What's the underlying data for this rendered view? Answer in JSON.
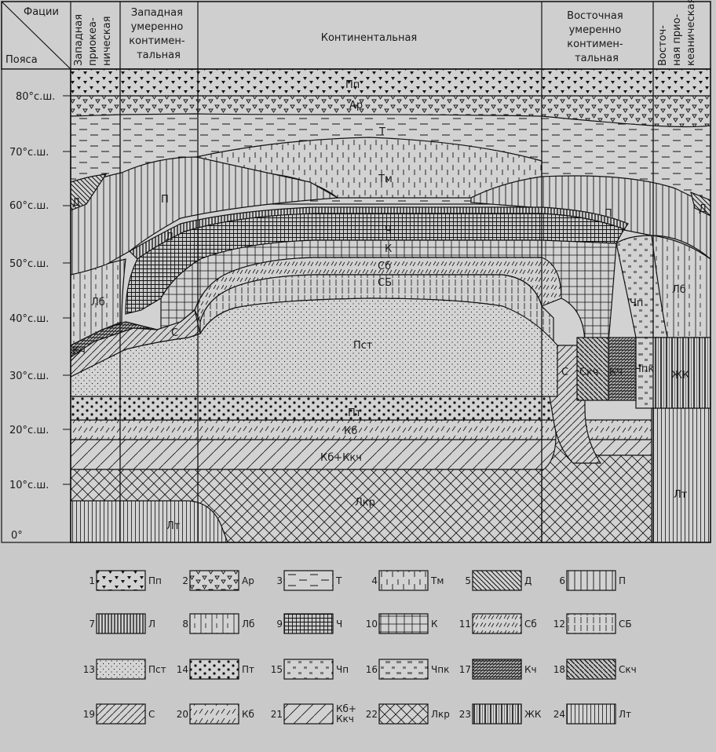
{
  "corner": {
    "top": "Фации",
    "bottom": "Пояса"
  },
  "facies_headers": [
    {
      "id": "west-oceanic",
      "lines": [
        "Западная",
        "приокеа-",
        "ническая"
      ],
      "vertical": true
    },
    {
      "id": "west-temperate",
      "lines": [
        "Западная",
        "умеренно",
        "контимен-",
        "тальная"
      ]
    },
    {
      "id": "continental",
      "lines": [
        "Континентальная"
      ]
    },
    {
      "id": "east-temperate",
      "lines": [
        "Восточная",
        "умеренно",
        "контимен-",
        "тальная"
      ]
    },
    {
      "id": "east-oceanic",
      "lines": [
        "Восточ-",
        "ная прио-",
        "кеаническая"
      ],
      "vertical": true
    }
  ],
  "latitudes": [
    "80°с.ш.",
    "70°с.ш.",
    "60°с.ш.",
    "50°с.ш.",
    "40°с.ш.",
    "30°с.ш.",
    "20°с.ш.",
    "10°с.ш.",
    "0°"
  ],
  "zone_labels": [
    "Пп",
    "Ар",
    "Т",
    "Тм",
    "П",
    "П",
    "Д",
    "Д",
    "Л",
    "Ч",
    "К",
    "Сб",
    "СБ",
    "Лб",
    "Лб",
    "Пст",
    "Пт",
    "Кб",
    "Кб+Ккч",
    "Лкр",
    "Лт",
    "Лт",
    "Кч",
    "С",
    "С",
    "Скч",
    "Кч",
    "Чп",
    "Чпк",
    "ЖК"
  ],
  "legend": [
    {
      "num": "1",
      "label": "Пп",
      "pattern": "pat-pp"
    },
    {
      "num": "2",
      "label": "Ар",
      "pattern": "pat-ar"
    },
    {
      "num": "3",
      "label": "Т",
      "pattern": "pat-t"
    },
    {
      "num": "4",
      "label": "Тм",
      "pattern": "pat-tm"
    },
    {
      "num": "5",
      "label": "Д",
      "pattern": "pat-d"
    },
    {
      "num": "6",
      "label": "П",
      "pattern": "pat-p"
    },
    {
      "num": "7",
      "label": "Л",
      "pattern": "pat-l"
    },
    {
      "num": "8",
      "label": "Лб",
      "pattern": "pat-lb"
    },
    {
      "num": "9",
      "label": "Ч",
      "pattern": "pat-ch"
    },
    {
      "num": "10",
      "label": "К",
      "pattern": "pat-k"
    },
    {
      "num": "11",
      "label": "Сб",
      "pattern": "pat-sb"
    },
    {
      "num": "12",
      "label": "СБ",
      "pattern": "pat-SB"
    },
    {
      "num": "13",
      "label": "Пст",
      "pattern": "pat-pst"
    },
    {
      "num": "14",
      "label": "Пт",
      "pattern": "pat-pt"
    },
    {
      "num": "15",
      "label": "Чп",
      "pattern": "pat-chp"
    },
    {
      "num": "16",
      "label": "Чпк",
      "pattern": "pat-chpk"
    },
    {
      "num": "17",
      "label": "Кч",
      "pattern": "pat-kch"
    },
    {
      "num": "18",
      "label": "Скч",
      "pattern": "pat-skch"
    },
    {
      "num": "19",
      "label": "С",
      "pattern": "pat-s"
    },
    {
      "num": "20",
      "label": "Кб",
      "pattern": "pat-kb"
    },
    {
      "num": "21",
      "label": "Кб+\nКкч",
      "pattern": "pat-kbkkch"
    },
    {
      "num": "22",
      "label": "Лкр",
      "pattern": "pat-lkr"
    },
    {
      "num": "23",
      "label": "ЖК",
      "pattern": "pat-zhk"
    },
    {
      "num": "24",
      "label": "Лт",
      "pattern": "pat-lt"
    }
  ]
}
